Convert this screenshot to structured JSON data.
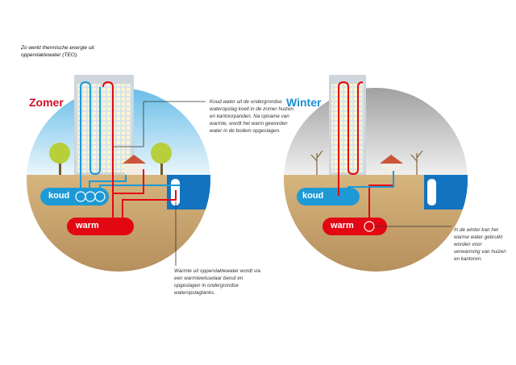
{
  "title": "Zo werkt thermische energie uit oppervlaktewater (TEO).",
  "summer": {
    "label": "Zomer",
    "cold": "koud",
    "warm": "warm",
    "note_top": "Koud water uit de ondergrondse wateropslag koelt in de zomer huizen en kantoorpanden. Na opname van warmte, wordt het warm geworden water in de bodem opgeslagen.",
    "note_bottom": "Warmte uit oppervlaktewater wordt via een warmtewisselaar benut en opgeslagen in ondergrondse wateropslagtanks."
  },
  "winter": {
    "label": "Winter",
    "cold": "koud",
    "warm": "warm",
    "note": "In de winter kan het warme water gebruikt worden voor verwarming van huizen en kantoren."
  },
  "colors": {
    "summer_label": "#d0102a",
    "winter_label": "#1a8fd0",
    "cold": "#1d9ad6",
    "warm": "#e30613",
    "ground": "#c8a46e",
    "water": "#1273c0"
  }
}
